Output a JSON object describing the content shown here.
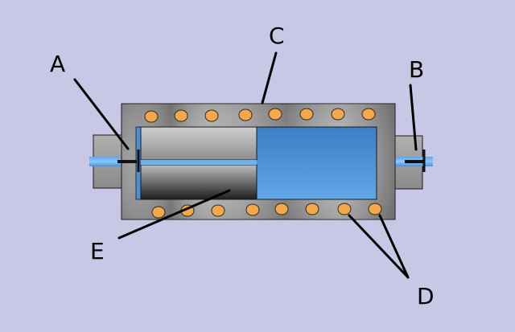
{
  "colors": {
    "background": "#c8c8e6",
    "housing": "#9e9e9e",
    "liquid": "#4a90d9",
    "coil": "#f5a84a",
    "outline": "#1a1a1a"
  },
  "labels": {
    "A": "A",
    "B": "B",
    "C": "C",
    "D": "D",
    "E": "E"
  }
}
